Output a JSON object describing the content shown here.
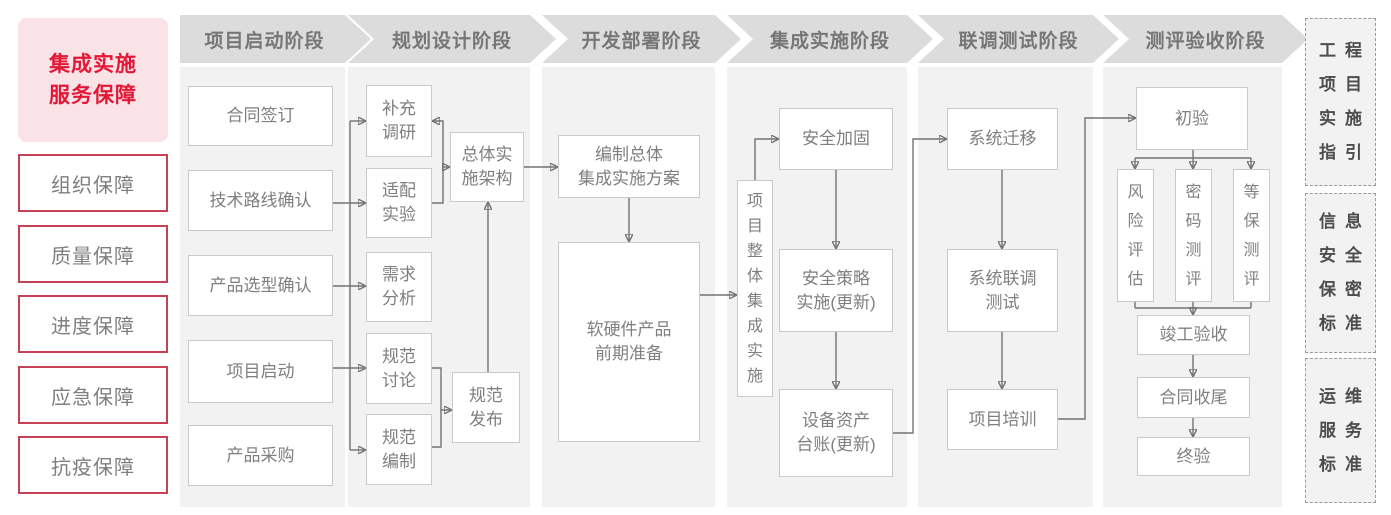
{
  "sidebar": {
    "title_lines": [
      "集成实施",
      "服务保障"
    ],
    "items": [
      "组织保障",
      "质量保障",
      "进度保障",
      "应急保障",
      "抗疫保障"
    ]
  },
  "phases": [
    {
      "label": "项目启动阶段",
      "boxes": [
        {
          "lines": [
            "合同签订"
          ]
        },
        {
          "lines": [
            "技术路线确认"
          ]
        },
        {
          "lines": [
            "产品选型确认"
          ]
        },
        {
          "lines": [
            "项目启动"
          ]
        },
        {
          "lines": [
            "产品采购"
          ]
        }
      ]
    },
    {
      "label": "规划设计阶段",
      "boxes": [
        {
          "lines": [
            "补充",
            "调研"
          ]
        },
        {
          "lines": [
            "适配",
            "实验"
          ]
        },
        {
          "lines": [
            "需求",
            "分析"
          ]
        },
        {
          "lines": [
            "规范",
            "讨论"
          ]
        },
        {
          "lines": [
            "规范",
            "编制"
          ]
        },
        {
          "lines": [
            "总体实",
            "施架构"
          ]
        },
        {
          "lines": [
            "规范",
            "发布"
          ]
        }
      ]
    },
    {
      "label": "开发部署阶段",
      "boxes": [
        {
          "lines": [
            "编制总体",
            "集成实施方案"
          ]
        },
        {
          "lines": [
            "软硬件产品",
            "前期准备"
          ]
        }
      ]
    },
    {
      "label": "集成实施阶段",
      "vertical_box": "项目整体集成实施",
      "boxes": [
        {
          "lines": [
            "安全加固"
          ]
        },
        {
          "lines": [
            "安全策略",
            "实施(更新)"
          ]
        },
        {
          "lines": [
            "设备资产",
            "台账(更新)"
          ]
        }
      ]
    },
    {
      "label": "联调测试阶段",
      "boxes": [
        {
          "lines": [
            "系统迁移"
          ]
        },
        {
          "lines": [
            "系统联调",
            "测试"
          ]
        },
        {
          "lines": [
            "项目培训"
          ]
        }
      ]
    },
    {
      "label": "测评验收阶段",
      "boxes": [
        {
          "lines": [
            "初验"
          ]
        },
        {
          "lines": [
            "竣工验收"
          ]
        },
        {
          "lines": [
            "合同收尾"
          ]
        },
        {
          "lines": [
            "终验"
          ]
        }
      ],
      "vertical_boxes": [
        "风险评估",
        "密码测评",
        "等保测评"
      ]
    }
  ],
  "reference_panels": [
    {
      "rows": [
        "工程",
        "项目",
        "实施",
        "指引"
      ]
    },
    {
      "rows": [
        "信息",
        "安全",
        "保密",
        "标准"
      ]
    },
    {
      "rows": [
        "运维",
        "服务",
        "标准"
      ]
    }
  ],
  "colors": {
    "accent_red": "#e21836",
    "pink_bg": "#fae3e7",
    "red_border": "#c64153",
    "gray_text": "#7f7f7f",
    "header_bg": "#dcdcdc",
    "panel_bg": "#f2f2f2",
    "line": "#737373"
  }
}
